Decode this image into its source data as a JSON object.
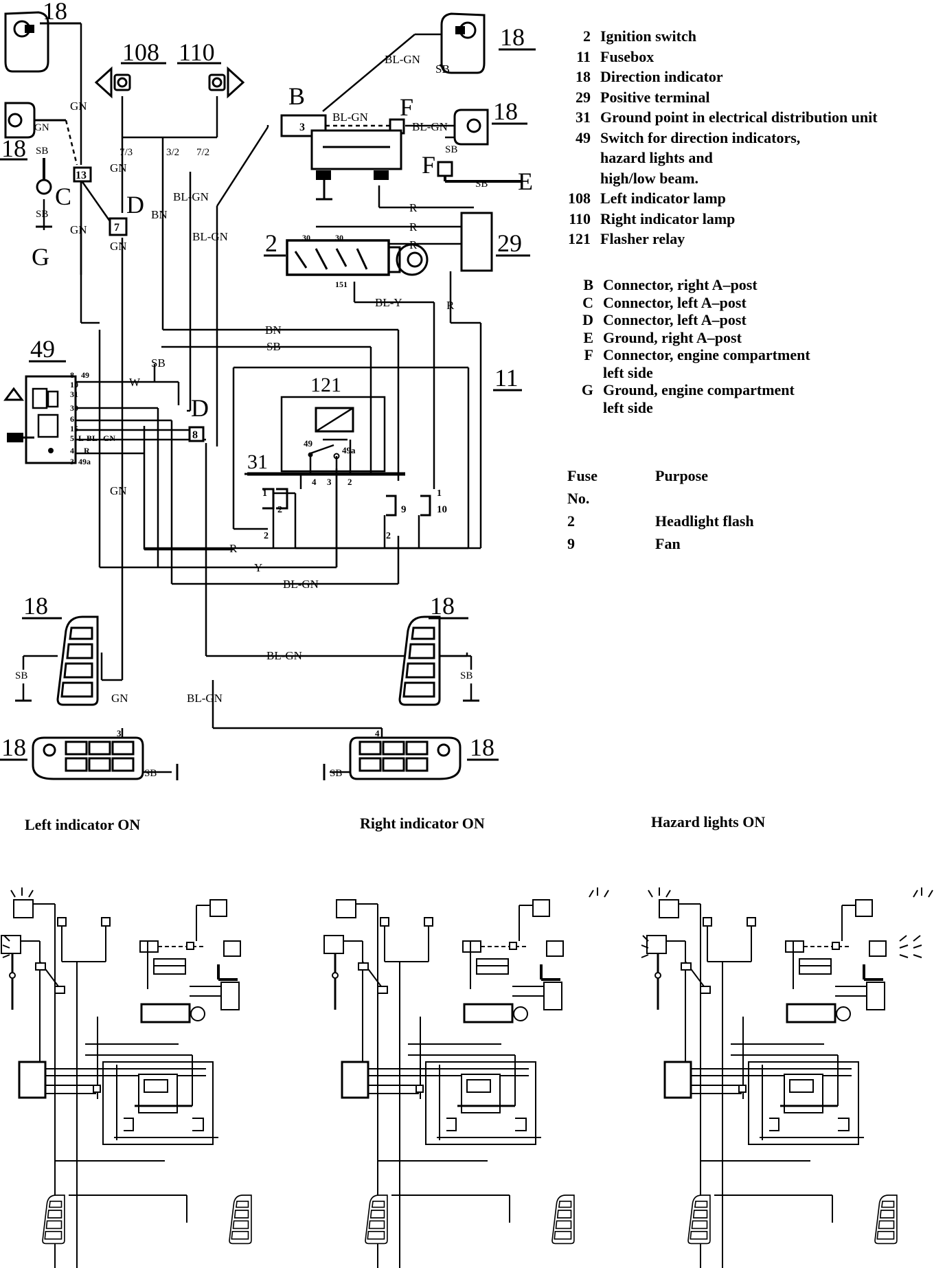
{
  "component_refs": {
    "dir18": "18",
    "lamp108": "108",
    "lamp110": "110",
    "ign2": "2",
    "pos29": "29",
    "fusebox11": "11",
    "switch49": "49",
    "relay121": "121",
    "ground31": "31"
  },
  "connector_letters": {
    "B": "B",
    "C": "C",
    "D": "D",
    "E": "E",
    "F": "F",
    "G": "G"
  },
  "connector_pins": {
    "b3": "3",
    "c13": "13",
    "d7": "7",
    "d8": "8"
  },
  "wire_colors": {
    "gn": "GN",
    "sb": "SB",
    "bn": "BN",
    "blgn": "BL-GN",
    "bly": "BL-Y",
    "r": "R",
    "w": "W",
    "y": "Y",
    "w73": "7/3",
    "w32": "3/2",
    "w72": "7/2"
  },
  "terminal_labels": {
    "t30": "30",
    "t151": "151",
    "t49": "49",
    "t49a": "49a",
    "t4": "4",
    "t3": "3",
    "t2": "2",
    "t1": "1",
    "t10": "10",
    "t9": "9",
    "sw": [
      "8",
      "10",
      "31",
      "30",
      "6",
      "15",
      "5",
      "4",
      "3",
      "49",
      "L",
      "BL",
      "GN",
      "R",
      "49a"
    ]
  },
  "legend": [
    {
      "num": "2",
      "text": "Ignition switch"
    },
    {
      "num": "11",
      "text": "Fusebox"
    },
    {
      "num": "18",
      "text": "Direction indicator"
    },
    {
      "num": "29",
      "text": "Positive terminal"
    },
    {
      "num": "31",
      "text": "Ground point in electrical distribution unit"
    },
    {
      "num": "49",
      "text": "Switch for direction indicators,"
    },
    {
      "num": "",
      "text": "hazard lights and"
    },
    {
      "num": "",
      "text": "high/low beam."
    },
    {
      "num": "108",
      "text": "Left indicator lamp"
    },
    {
      "num": "110",
      "text": "Right indicator lamp"
    },
    {
      "num": "121",
      "text": "Flasher relay"
    }
  ],
  "connector_legend": [
    {
      "letter": "B",
      "text": "Connector, right A–post"
    },
    {
      "letter": "C",
      "text": "Connector, left A–post"
    },
    {
      "letter": "D",
      "text": "Connector, left A–post"
    },
    {
      "letter": "E",
      "text": "Ground, right A–post"
    },
    {
      "letter": "F",
      "text": "Connector, engine compartment"
    },
    {
      "letter": "",
      "text": "left side"
    },
    {
      "letter": "G",
      "text": "Ground, engine compartment"
    },
    {
      "letter": "",
      "text": "left side"
    }
  ],
  "fuse_table": {
    "header_fuse": "Fuse",
    "header_no": "No.",
    "header_purpose": "Purpose",
    "rows": [
      {
        "no": "2",
        "purpose": "Headlight flash"
      },
      {
        "no": "9",
        "purpose": "Fan"
      }
    ]
  },
  "captions": {
    "left": "Left indicator ON",
    "right": "Right indicator ON",
    "hazard": "Hazard lights ON"
  }
}
